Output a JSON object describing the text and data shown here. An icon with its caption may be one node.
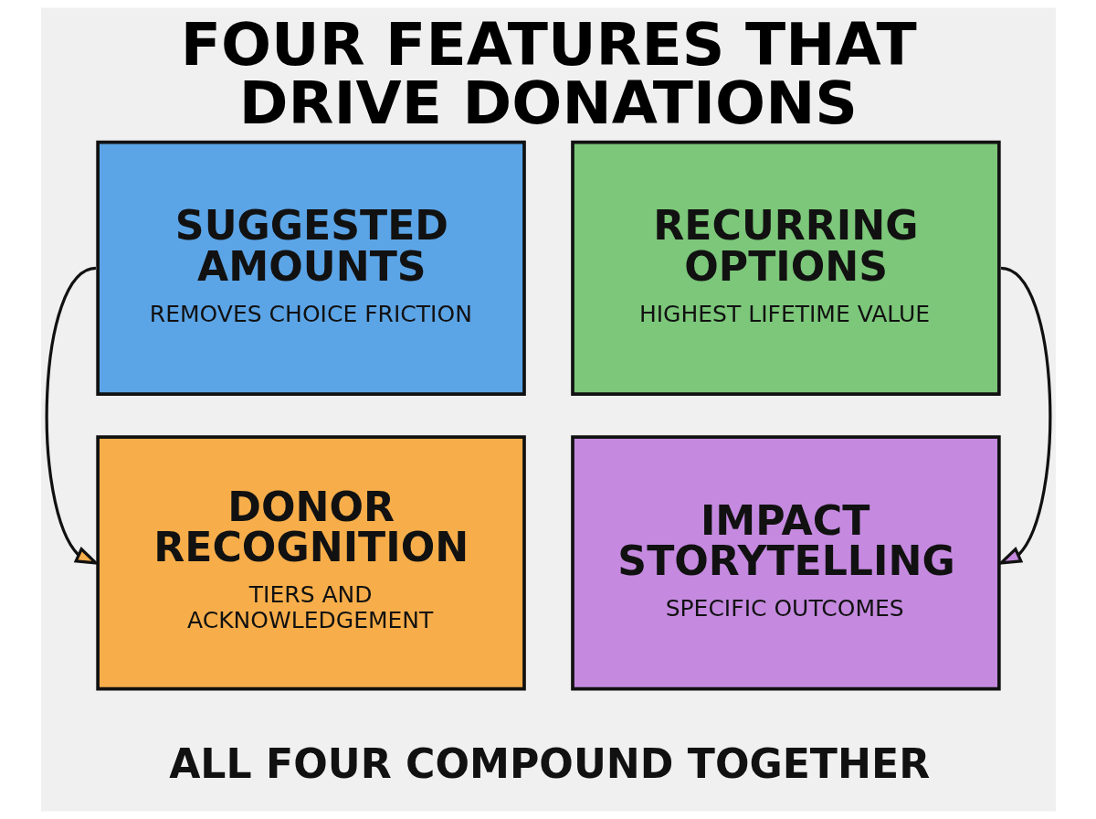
{
  "diagram": {
    "title": "FOUR FEATURES THAT DRIVE DONATIONS",
    "caption": "ALL FOUR COMPOUND TOGETHER",
    "nodes": [
      {
        "text": [
          "SUGGESTED AMOUNTS",
          "REMOVES CHOICE FRICTION"
        ]
      },
      {
        "text": [
          "RECURRING OPTIONS",
          "HIGHEST LIFETIME VALUE"
        ]
      },
      {
        "text": [
          "DONOR RECOGNITION",
          "TIERS AND ACKNOWLEDGEMENT"
        ]
      },
      {
        "text": [
          "IMPACT STORYTELLING",
          "SPECIFIC OUTCOMES"
        ]
      }
    ],
    "edges": [
      {
        "from": 0,
        "to": 2,
        "arrow": "to"
      },
      {
        "from": 1,
        "to": 3,
        "arrow": "to"
      }
    ]
  }
}
